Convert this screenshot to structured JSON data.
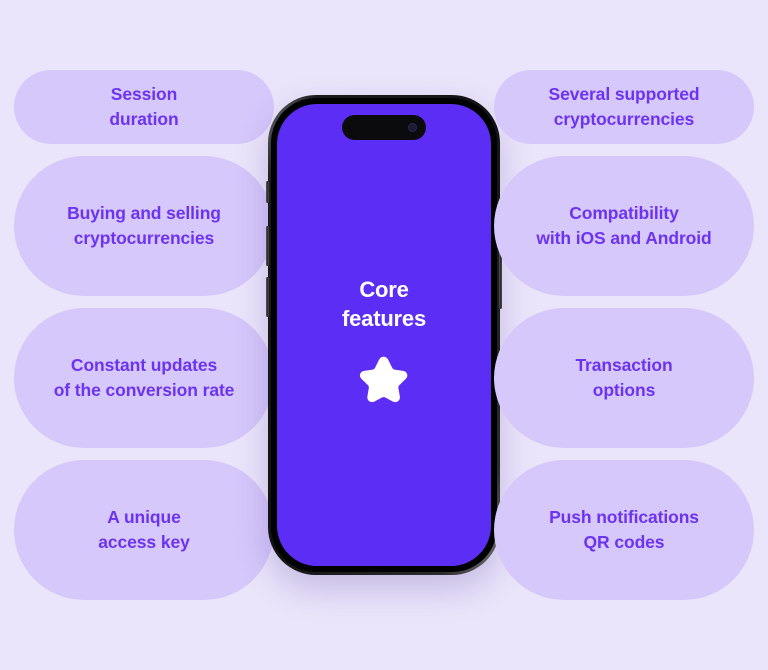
{
  "page": {
    "background_color": "#ebe5fb",
    "card_color": "#d6c8fb",
    "card_text_color": "#6c33f0",
    "screen_color": "#5c2ef5"
  },
  "left_column": {
    "cards": [
      {
        "label": "Session\nduration"
      },
      {
        "label": "Buying and selling\ncryptocurrencies"
      },
      {
        "label": "Constant updates\nof the conversion rate"
      },
      {
        "label": "A unique\naccess key"
      }
    ]
  },
  "right_column": {
    "cards": [
      {
        "label": "Several supported\ncryptocurrencies"
      },
      {
        "label": "Compatibility\nwith iOS and Android"
      },
      {
        "label": "Transaction\noptions"
      },
      {
        "label": "Push notifications\nQR codes"
      }
    ]
  },
  "phone": {
    "screen": {
      "title": "Core\nfeatures",
      "icon": "star-icon"
    },
    "hardware": {
      "dynamic_island": "dynamic-island",
      "camera": "front-camera-icon",
      "mute_switch": "mute-switch-button",
      "volume_up": "volume-up-button",
      "volume_down": "volume-down-button",
      "power": "power-button"
    }
  }
}
